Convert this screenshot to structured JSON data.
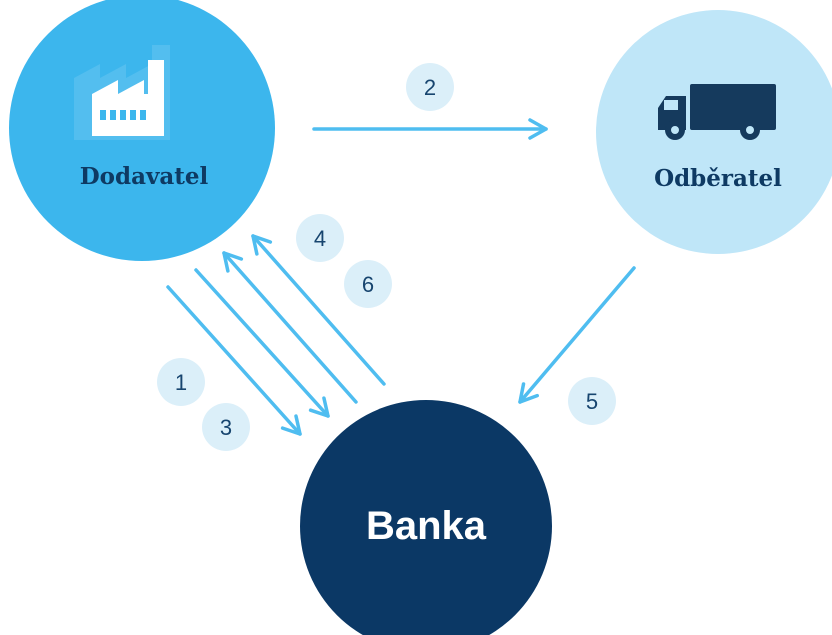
{
  "nodes": {
    "supplier": {
      "label": "Dodavatel",
      "color": "#3cb6ed"
    },
    "customer": {
      "label": "Odběratel",
      "color": "#bfe6f8"
    },
    "bank": {
      "label": "Banka",
      "color": "#0b3865"
    }
  },
  "steps": [
    "1",
    "2",
    "3",
    "4",
    "5",
    "6"
  ],
  "colors": {
    "arrow": "#4fbdf0",
    "badge": "#dbeff9",
    "badge_text": "#17456f",
    "icon": "#153a5d"
  },
  "icons": {
    "supplier": "factory-icon",
    "customer": "truck-icon"
  }
}
